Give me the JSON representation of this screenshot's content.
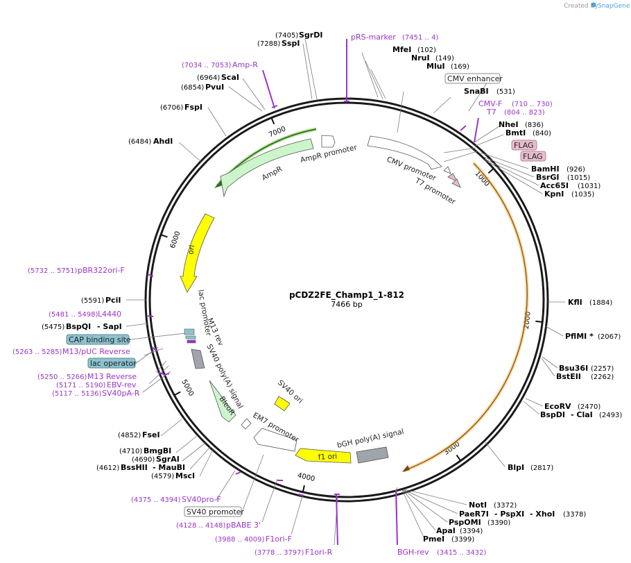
{
  "app": {
    "credit": "Created by",
    "brand": "SnapGene"
  },
  "plasmid": {
    "name": "pCDZ2FE_Champ1_1-812",
    "length_label": "7466 bp",
    "length": 7466
  },
  "ticks": [
    {
      "label": "1000",
      "pos": 1000
    },
    {
      "label": "2000",
      "pos": 2000
    },
    {
      "label": "3000",
      "pos": 3000
    },
    {
      "label": "4000",
      "pos": 4000
    },
    {
      "label": "5000",
      "pos": 5000
    },
    {
      "label": "6000",
      "pos": 6000
    },
    {
      "label": "7000",
      "pos": 7000
    }
  ],
  "sites": [
    {
      "name": "SgrDI",
      "pos": "(7405)"
    },
    {
      "name": "SspI",
      "pos": "(7288)"
    },
    {
      "name": "ScaI",
      "pos": "(6964)"
    },
    {
      "name": "PvuI",
      "pos": "(6854)"
    },
    {
      "name": "FspI",
      "pos": "(6706)"
    },
    {
      "name": "AhdI",
      "pos": "(6484)"
    },
    {
      "name": "PciI",
      "pos": "(5591)"
    },
    {
      "name": "BspQI",
      "extra": "- SapI",
      "pos": "(5475)"
    },
    {
      "name": "FseI",
      "pos": "(4852)"
    },
    {
      "name": "BmgBI",
      "pos": "(4710)"
    },
    {
      "name": "SgrAI",
      "pos": "(4690)"
    },
    {
      "name": "BssHII",
      "extra": "- MauBI",
      "pos": "(4612)"
    },
    {
      "name": "MscI",
      "pos": "(4579)"
    },
    {
      "name": "MfeI",
      "pos": "(102)"
    },
    {
      "name": "NruI",
      "pos": "(149)"
    },
    {
      "name": "MluI",
      "pos": "(169)"
    },
    {
      "name": "SnaBI",
      "pos": "(531)"
    },
    {
      "name": "NheI",
      "pos": "(836)"
    },
    {
      "name": "BmtI",
      "pos": "(840)"
    },
    {
      "name": "BamHI",
      "pos": "(926)"
    },
    {
      "name": "BsrGI",
      "pos": "(1015)"
    },
    {
      "name": "Acc65I",
      "pos": "(1031)"
    },
    {
      "name": "KpnI",
      "pos": "(1035)"
    },
    {
      "name": "KflI",
      "pos": "(1884)"
    },
    {
      "name": "PflMI *",
      "pos": "(2067)"
    },
    {
      "name": "Bsu36I",
      "pos": "(2257)"
    },
    {
      "name": "BstEII",
      "pos": "(2262)"
    },
    {
      "name": "EcoRV",
      "pos": "(2470)"
    },
    {
      "name": "BspDI",
      "extra": "- ClaI",
      "pos": "(2493)"
    },
    {
      "name": "BlpI",
      "pos": "(2817)"
    },
    {
      "name": "NotI",
      "pos": "(3372)"
    },
    {
      "name": "PaeR7I",
      "extra": "- PspXI",
      "extra2": "- XhoI",
      "pos": "(3378)"
    },
    {
      "name": "PspOMI",
      "pos": "(3390)"
    },
    {
      "name": "ApaI",
      "pos": "(3394)"
    },
    {
      "name": "PmeI",
      "pos": "(3399)"
    }
  ],
  "primers": [
    {
      "name": "pRS-marker",
      "pos": "(7451 .. 4)"
    },
    {
      "name": "Amp-R",
      "pos": "(7034 .. 7053)"
    },
    {
      "name": "CMV-F",
      "pos": "(710 .. 730)"
    },
    {
      "name": "T7",
      "pos": "(804 .. 823)"
    },
    {
      "name": "pBR322ori-F",
      "pos": "(5732 .. 5751)"
    },
    {
      "name": "L4440",
      "pos": "(5481 .. 5498)"
    },
    {
      "name": "M13/pUC Reverse",
      "pos": "(5263 .. 5285)"
    },
    {
      "name": "M13 Reverse",
      "pos": "(5250 .. 5266)"
    },
    {
      "name": "EBV-rev",
      "pos": "(5171 .. 5190)"
    },
    {
      "name": "SV40pA-R",
      "pos": "(5117 .. 5136)"
    },
    {
      "name": "SV40pro-F",
      "pos": "(4375 .. 4394)"
    },
    {
      "name": "pBABE 3'",
      "pos": "(4128 .. 4148)"
    },
    {
      "name": "F1ori-F",
      "pos": "(3988 .. 4009)"
    },
    {
      "name": "F1ori-R",
      "pos": "(3778 .. 3797)"
    },
    {
      "name": "BGH-rev",
      "pos": "(3415 .. 3432)"
    }
  ],
  "boxed_features": [
    {
      "label": "CMV enhancer"
    },
    {
      "label": "FLAG"
    },
    {
      "label": "FLAG"
    },
    {
      "label": "CAP binding site"
    },
    {
      "label": "lac operator"
    },
    {
      "label": "SV40 promoter"
    }
  ],
  "features": [
    {
      "label": "AmpR promoter"
    },
    {
      "label": "AmpR"
    },
    {
      "label": "CMV promoter"
    },
    {
      "label": "T7 promoter"
    },
    {
      "label": "ori"
    },
    {
      "label": "lac promoter"
    },
    {
      "label": "M13 rev"
    },
    {
      "label": "SV40 poly(A) signal"
    },
    {
      "label": "SV40 ori"
    },
    {
      "label": "BleoR"
    },
    {
      "label": "EM7 promoter"
    },
    {
      "label": "bGH poly(A) signal"
    },
    {
      "label": "f1 ori"
    }
  ],
  "colors": {
    "primer": "#9a34c9",
    "ampr": "#ccf5cc",
    "ori": "#ffff00",
    "champ": "#f5b54a",
    "flag": "#e8bccd",
    "cap": "#8cc3cf",
    "gray": "#a0a4ab"
  }
}
